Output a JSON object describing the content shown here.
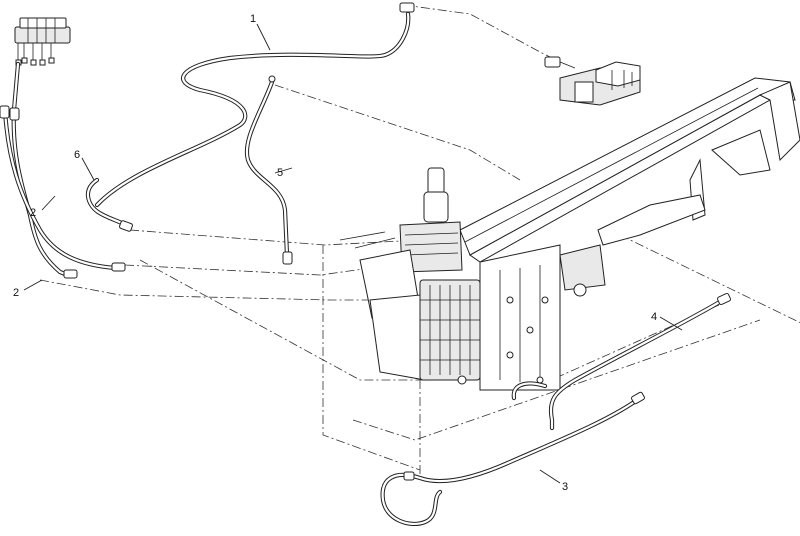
{
  "callouts": {
    "c1": "1",
    "c2a": "2",
    "c2b": "2",
    "c3": "3",
    "c4": "4",
    "c5": "5",
    "c6": "6"
  }
}
